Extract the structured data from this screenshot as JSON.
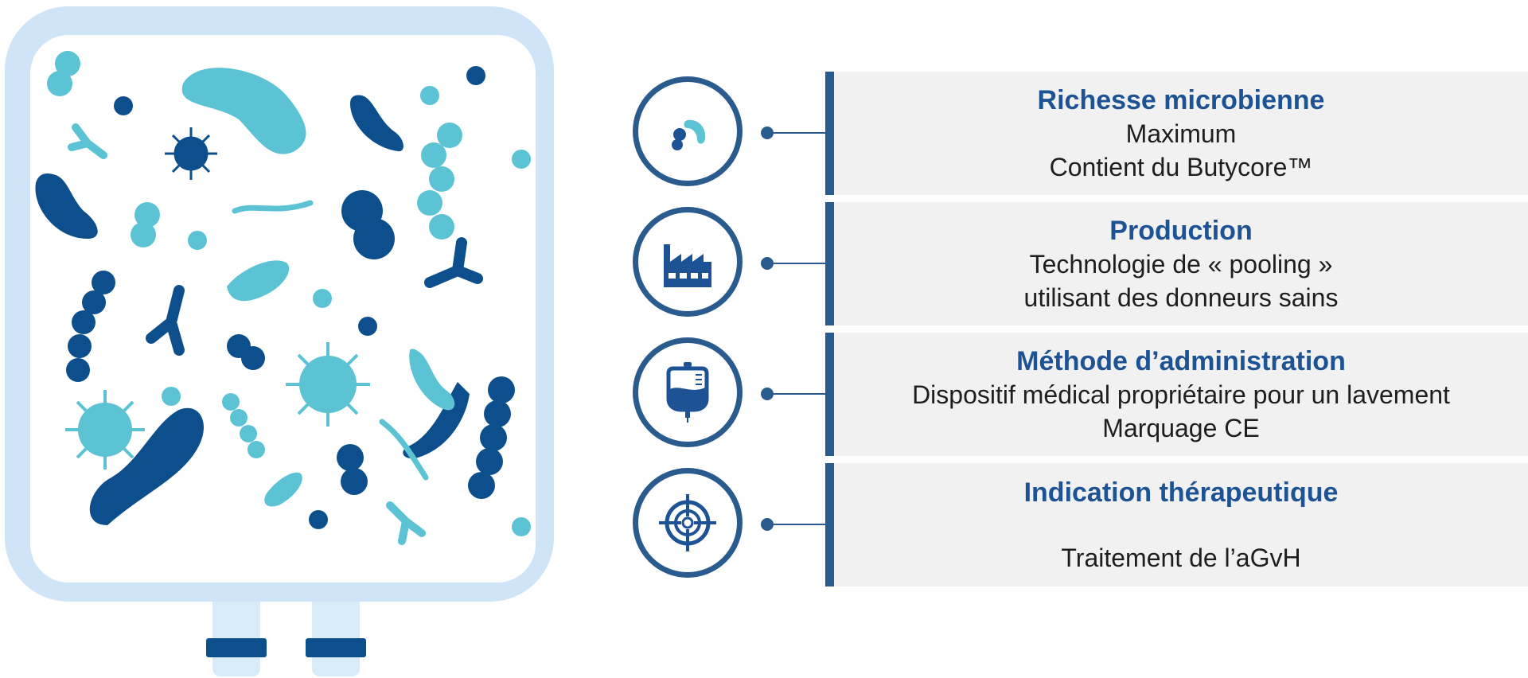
{
  "colors": {
    "navy": "#1d5394",
    "dark_blue": "#0d4f8c",
    "teal": "#5bc3d4",
    "panel_bg": "#f1f1f1",
    "bag_frame": "#cfe4f7"
  },
  "features": [
    {
      "icon": "bacteria-icon",
      "title": "Richesse microbienne",
      "lines": [
        "Maximum",
        "Contient du Butycore™"
      ]
    },
    {
      "icon": "factory-icon",
      "title": "Production",
      "lines": [
        "Technologie de « pooling »",
        "utilisant des donneurs sains"
      ]
    },
    {
      "icon": "enema-bag-icon",
      "title": "Méthode d’administration",
      "lines": [
        "Dispositif médical propriétaire pour un lavement",
        "Marquage CE"
      ]
    },
    {
      "icon": "target-icon",
      "title": "Indication thérapeutique",
      "lines": [
        "Traitement de l’aGvH"
      ]
    }
  ]
}
